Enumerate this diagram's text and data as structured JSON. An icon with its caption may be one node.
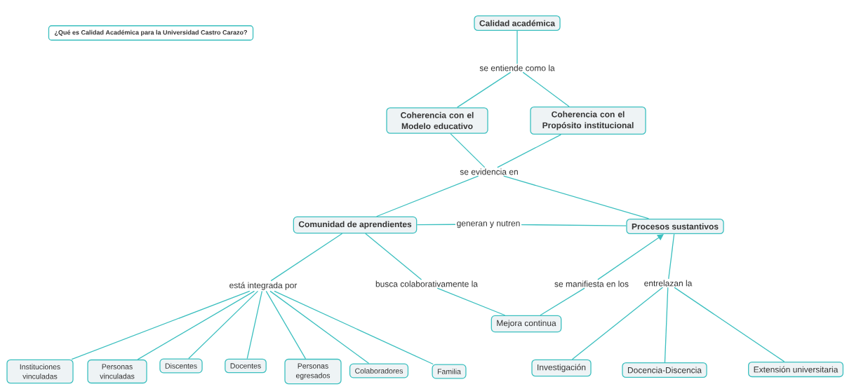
{
  "diagram": {
    "nodes": [
      {
        "text": [
          "¿Qué es Calidad Académica para la Universidad Castro Carazo?"
        ]
      },
      {
        "text": [
          "Calidad académica"
        ]
      },
      {
        "text": [
          "se entiende como la"
        ]
      },
      {
        "text": [
          "Coherencia con el Modelo educativo"
        ]
      },
      {
        "text": [
          "Coherencia con el Propósito institucional"
        ]
      },
      {
        "text": [
          "se evidencia en"
        ]
      },
      {
        "text": [
          "Comunidad de aprendientes"
        ]
      },
      {
        "text": [
          "generan y nutren"
        ]
      },
      {
        "text": [
          "Procesos sustantivos"
        ]
      },
      {
        "text": [
          "está integrada por"
        ]
      },
      {
        "text": [
          "busca colaborativamente la"
        ]
      },
      {
        "text": [
          "se manifiesta en los"
        ]
      },
      {
        "text": [
          "entrelazan la"
        ]
      },
      {
        "text": [
          "Mejora continua"
        ]
      },
      {
        "text": [
          "Instituciones vinculadas"
        ]
      },
      {
        "text": [
          "Personas vinculadas"
        ]
      },
      {
        "text": [
          "Discentes"
        ]
      },
      {
        "text": [
          "Docentes"
        ]
      },
      {
        "text": [
          "Personas egresados"
        ]
      },
      {
        "text": [
          "Colaboradores"
        ]
      },
      {
        "text": [
          "Familia"
        ]
      },
      {
        "text": [
          "Investigación"
        ]
      },
      {
        "text": [
          "Docencia-Discencia"
        ]
      },
      {
        "text": [
          "Extensión universitaria"
        ]
      }
    ],
    "edges": [
      {
        "from": 1,
        "to": 2,
        "arrow": "none"
      },
      {
        "from": 2,
        "to": 3,
        "arrow": "none"
      },
      {
        "from": 2,
        "to": 4,
        "arrow": "none"
      },
      {
        "from": 3,
        "to": 5,
        "arrow": "none"
      },
      {
        "from": 4,
        "to": 5,
        "arrow": "none"
      },
      {
        "from": 5,
        "to": 6,
        "arrow": "none"
      },
      {
        "from": 5,
        "to": 8,
        "arrow": "none"
      },
      {
        "from": 6,
        "to": 7,
        "arrow": "none"
      },
      {
        "from": 7,
        "to": 8,
        "arrow": "none"
      },
      {
        "from": 6,
        "to": 9,
        "arrow": "none"
      },
      {
        "from": 6,
        "to": 10,
        "arrow": "none"
      },
      {
        "from": 10,
        "to": 13,
        "arrow": "none"
      },
      {
        "from": 13,
        "to": 11,
        "arrow": "none"
      },
      {
        "from": 11,
        "to": 8,
        "arrow": "to"
      },
      {
        "from": 8,
        "to": 12,
        "arrow": "none"
      },
      {
        "from": 9,
        "to": 14,
        "arrow": "none"
      },
      {
        "from": 9,
        "to": 15,
        "arrow": "none"
      },
      {
        "from": 9,
        "to": 16,
        "arrow": "none"
      },
      {
        "from": 9,
        "to": 17,
        "arrow": "none"
      },
      {
        "from": 9,
        "to": 18,
        "arrow": "none"
      },
      {
        "from": 9,
        "to": 19,
        "arrow": "none"
      },
      {
        "from": 9,
        "to": 20,
        "arrow": "none"
      },
      {
        "from": 12,
        "to": 21,
        "arrow": "none"
      },
      {
        "from": 12,
        "to": 22,
        "arrow": "none"
      },
      {
        "from": 12,
        "to": 23,
        "arrow": "none"
      }
    ]
  }
}
